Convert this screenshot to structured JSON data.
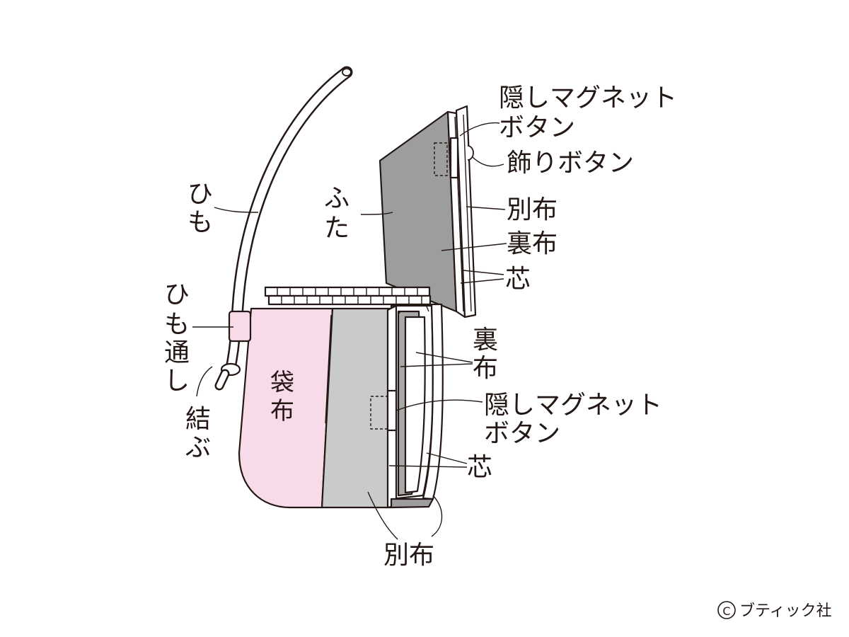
{
  "labels": {
    "magnet_top_line1": "隠しマグネット",
    "magnet_top_line2": "ボタン",
    "deco_button": "飾りボタン",
    "bessou_top": "別布",
    "urafu_top": "裏布",
    "shin_top": "芯",
    "futa_1": "ふ",
    "futa_2": "た",
    "himo_1": "ひ",
    "himo_2": "も",
    "himotoshi_1": "ひ",
    "himotoshi_2": "も",
    "himotoshi_3": "通",
    "himotoshi_4": "し",
    "musubu_1": "結",
    "musubu_2": "ぶ",
    "fukuro_1": "袋",
    "fukuro_2": "布",
    "urafu_mid_1": "裏",
    "urafu_mid_2": "布",
    "magnet_bottom_line1": "隠しマグネット",
    "magnet_bottom_line2": "ボタン",
    "shin_bottom": "芯",
    "bessou_bottom": "別布"
  },
  "copyright": {
    "symbol": "C",
    "text": "ブティック社"
  },
  "colors": {
    "outline": "#231815",
    "pink_fabric": "#f8dbe8",
    "light_gray_fabric": "#c9caca",
    "mid_gray_fabric": "#a8a8a8",
    "dark_gray_fabric": "#9d9d9d",
    "white": "#ffffff"
  },
  "icons": {
    "copyright": "copyright-icon"
  }
}
